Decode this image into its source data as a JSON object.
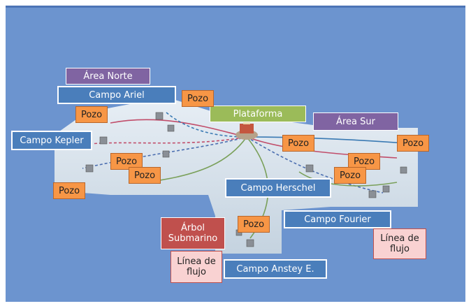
{
  "colors": {
    "background": "#6c94cf",
    "pozo": "#f79646",
    "campo": "#4a7ebb",
    "area": "#8064a2",
    "plataforma": "#9bbb59",
    "arbol": "#c0504d",
    "linea": "#f9d2d2"
  },
  "areas": {
    "north": "Área Norte",
    "south": "Área Sur"
  },
  "platform": "Plataforma",
  "fields": {
    "ariel": "Campo Ariel",
    "kepler": "Campo Kepler",
    "herschel": "Campo Herschel",
    "fourier": "Campo Fourier",
    "anstey": "Campo Anstey E."
  },
  "well": "Pozo",
  "subsea_tree": "Árbol Submarino",
  "flowline": "Línea de flujo"
}
